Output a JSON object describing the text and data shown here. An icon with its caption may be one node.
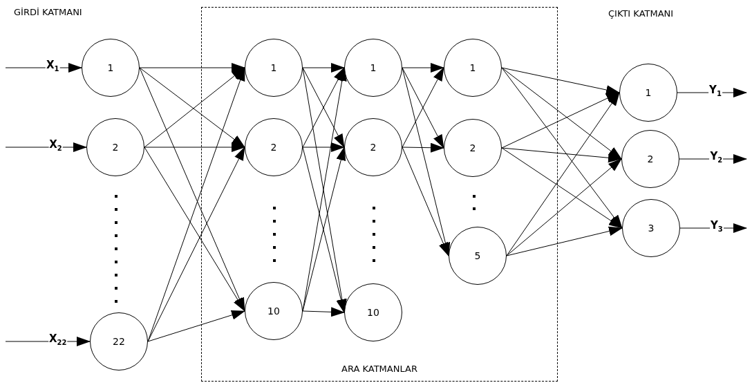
{
  "diagram": {
    "nodes": [
      {
        "text": [
          "1"
        ]
      },
      {
        "text": [
          "2"
        ]
      },
      {
        "text": [
          "22"
        ]
      },
      {
        "text": [
          "ARA KATMANLAR"
        ]
      },
      {
        "text": [
          "1"
        ],
        "in": 3
      },
      {
        "text": [
          "2"
        ],
        "in": 3
      },
      {
        "text": [
          "10"
        ],
        "in": 3
      },
      {
        "text": [
          "1"
        ],
        "in": 3
      },
      {
        "text": [
          "2"
        ],
        "in": 3
      },
      {
        "text": [
          "10"
        ],
        "in": 3
      },
      {
        "text": [
          "1"
        ],
        "in": 3
      },
      {
        "text": [
          "2"
        ],
        "in": 3
      },
      {
        "text": [
          "5"
        ],
        "in": 3
      },
      {
        "text": [
          "1"
        ]
      },
      {
        "text": [
          "2"
        ]
      },
      {
        "text": [
          "3"
        ]
      }
    ],
    "edges": [
      {
        "from": null,
        "to": 0,
        "arrow": "to",
        "label": "X$_{1}$"
      },
      {
        "from": null,
        "to": 1,
        "arrow": "to",
        "label": "X$_{2}$"
      },
      {
        "from": null,
        "to": 2,
        "arrow": "to",
        "label": "X$_{22}$"
      },
      {
        "from": 0,
        "to": 4,
        "arrow": "to"
      },
      {
        "from": 0,
        "to": 5,
        "arrow": "to"
      },
      {
        "from": 0,
        "to": 6,
        "arrow": "to"
      },
      {
        "from": 1,
        "to": 4,
        "arrow": "to"
      },
      {
        "from": 1,
        "to": 5,
        "arrow": "to"
      },
      {
        "from": 1,
        "to": 6,
        "arrow": "to"
      },
      {
        "from": 2,
        "to": 4,
        "arrow": "to"
      },
      {
        "from": 2,
        "to": 5,
        "arrow": "to"
      },
      {
        "from": 2,
        "to": 6,
        "arrow": "to"
      },
      {
        "from": 4,
        "to": 7,
        "arrow": "to"
      },
      {
        "from": 4,
        "to": 8,
        "arrow": "to"
      },
      {
        "from": 4,
        "to": 9,
        "arrow": "to"
      },
      {
        "from": 5,
        "to": 7,
        "arrow": "to"
      },
      {
        "from": 5,
        "to": 8,
        "arrow": "to"
      },
      {
        "from": 5,
        "to": 9,
        "arrow": "to"
      },
      {
        "from": 6,
        "to": 7,
        "arrow": "to"
      },
      {
        "from": 6,
        "to": 8,
        "arrow": "to"
      },
      {
        "from": 6,
        "to": 9,
        "arrow": "to"
      },
      {
        "from": 7,
        "to": 10,
        "arrow": "to"
      },
      {
        "from": 7,
        "to": 11,
        "arrow": "to"
      },
      {
        "from": 7,
        "to": 12,
        "arrow": "to"
      },
      {
        "from": 8,
        "to": 10,
        "arrow": "to"
      },
      {
        "from": 8,
        "to": 11,
        "arrow": "to"
      },
      {
        "from": 8,
        "to": 12,
        "arrow": "to"
      },
      {
        "from": 10,
        "to": 13,
        "arrow": "to"
      },
      {
        "from": 10,
        "to": 14,
        "arrow": "to"
      },
      {
        "from": 10,
        "to": 15,
        "arrow": "to"
      },
      {
        "from": 11,
        "to": 13,
        "arrow": "to"
      },
      {
        "from": 11,
        "to": 14,
        "arrow": "to"
      },
      {
        "from": 11,
        "to": 15,
        "arrow": "to"
      },
      {
        "from": 12,
        "to": 13,
        "arrow": "to"
      },
      {
        "from": 12,
        "to": 14,
        "arrow": "to"
      },
      {
        "from": 12,
        "to": 15,
        "arrow": "to"
      },
      {
        "from": 13,
        "to": null,
        "arrow": "to",
        "label": "Y$_{1}$"
      },
      {
        "from": 14,
        "to": null,
        "arrow": "to",
        "label": "Y$_{2}$"
      },
      {
        "from": 15,
        "to": null,
        "arrow": "to",
        "label": "Y$_{3}$"
      }
    ],
    "labels": [
      "GİRDİ KATMANI",
      "ÇIKTI KATMANI"
    ]
  }
}
